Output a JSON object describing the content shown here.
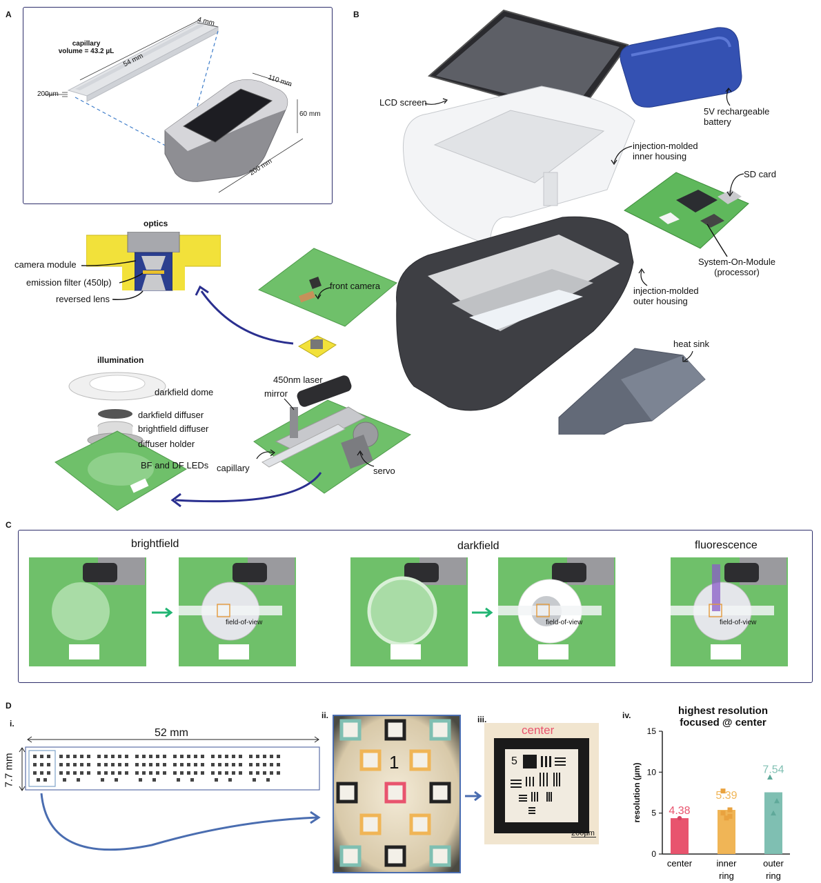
{
  "panels": {
    "a": "A",
    "b": "B",
    "c": "C",
    "d": "D"
  },
  "panelA": {
    "capillary_line1": "capillary",
    "capillary_line2": "volume = 43.2 µL",
    "dim_54": "54 mm",
    "dim_4": "4 mm",
    "dim_200um": "200µm",
    "dim_110": "110 mm",
    "dim_60": "60 mm",
    "dim_200": "200 mm"
  },
  "panelB": {
    "lcd": "LCD screen",
    "battery_line1": "5V rechargeable",
    "battery_line2": "battery",
    "inner_line1": "injection-molded",
    "inner_line2": "inner housing",
    "sd": "SD card",
    "som_line1": "System-On-Module",
    "som_line2": "(processor)",
    "outer_line1": "injection-molded",
    "outer_line2": "outer housing",
    "heatsink": "heat sink",
    "optics_title": "optics",
    "camera_module": "camera module",
    "emission_filter": "emission filter (450lp)",
    "reversed_lens": "reversed lens",
    "front_camera": "front camera",
    "illum_title": "illumination",
    "df_dome": "darkfield dome",
    "df_diffuser": "darkfield diffuser",
    "bf_diffuser": "brightfield diffuser",
    "diffuser_holder": "diffuser holder",
    "leds": "BF and DF LEDs",
    "laser": "450nm laser",
    "mirror": "mirror",
    "capillary": "capillary",
    "servo": "servo"
  },
  "panelC": {
    "brightfield": "brightfield",
    "darkfield": "darkfield",
    "fluorescence": "fluorescence",
    "fov": "field-of-view"
  },
  "panelD": {
    "i": "i.",
    "ii": "ii.",
    "iii": "iii.",
    "iv": "iv.",
    "dim_52": "52 mm",
    "dim_77": "7.7 mm",
    "target_num": "1",
    "center": "center",
    "group_num": "5",
    "scalebar": "200µm"
  },
  "colors": {
    "frame": "#2c2d6a",
    "pcb": "#6fc06a",
    "arrow_blue": "#2a2f8f",
    "arrow_green": "#22b573",
    "center": "#e8546e",
    "inner": "#f0b556",
    "outer": "#7fbfb2",
    "curve": "#4a6db0"
  },
  "chart_data": {
    "type": "bar",
    "title_line1": "highest resolution",
    "title_line2": "focused @ center",
    "ylabel": "resolution (µm)",
    "ylim": [
      0,
      15
    ],
    "yticks": [
      0,
      5,
      10,
      15
    ],
    "categories": [
      {
        "line1": "center",
        "line2": ""
      },
      {
        "line1": "inner",
        "line2": "ring"
      },
      {
        "line1": "outer",
        "line2": "ring"
      }
    ],
    "values": [
      4.38,
      5.39,
      7.54
    ],
    "value_labels": [
      "4.38",
      "5.39",
      "7.54"
    ],
    "points": [
      [
        4.38
      ],
      [
        4.4,
        4.6,
        5.0,
        5.4,
        7.7
      ],
      [
        5.0,
        6.5,
        9.4
      ]
    ],
    "colors": [
      "#e8546e",
      "#f0b556",
      "#7fbfb2"
    ]
  }
}
